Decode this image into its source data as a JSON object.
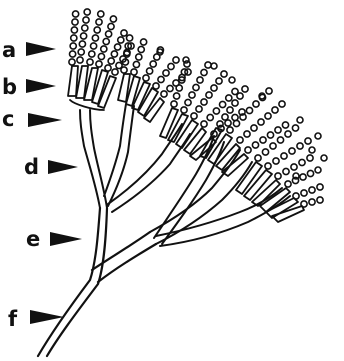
{
  "figure": {
    "labels": [
      {
        "id": "a",
        "text": "a"
      },
      {
        "id": "b",
        "text": "b"
      },
      {
        "id": "c",
        "text": "c"
      },
      {
        "id": "d",
        "text": "d"
      },
      {
        "id": "e",
        "text": "e"
      },
      {
        "id": "f",
        "text": "f"
      }
    ],
    "colors": {
      "ink": "#111111",
      "background": "#ffffff"
    }
  }
}
